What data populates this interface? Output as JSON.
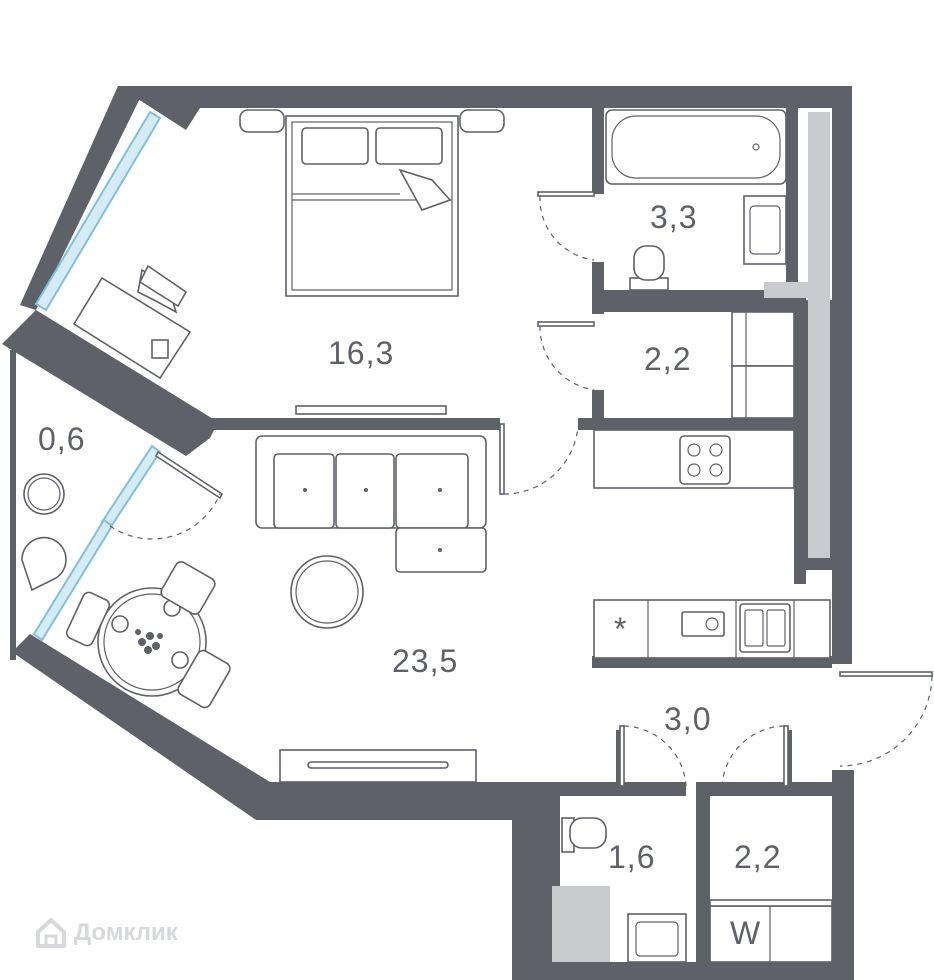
{
  "rooms": [
    {
      "id": "bedroom",
      "area": "16,3"
    },
    {
      "id": "bathroom",
      "area": "3,3"
    },
    {
      "id": "storage-top",
      "area": "2,2"
    },
    {
      "id": "balcony",
      "area": "0,6"
    },
    {
      "id": "living-kitchen",
      "area": "23,5"
    },
    {
      "id": "hallway",
      "area": "3,0"
    },
    {
      "id": "toilet",
      "area": "1,6"
    },
    {
      "id": "laundry",
      "area": "2,2"
    }
  ],
  "appliances": {
    "fridge_symbol": "*",
    "washer_symbol": "W"
  },
  "watermark": {
    "text": "Домклик",
    "icon": "house-logo-icon"
  },
  "colors": {
    "wall": "#5f6169",
    "hatch": "#c9cacd",
    "glass": "#d6ecf5",
    "watermark": "#d7d8db"
  }
}
